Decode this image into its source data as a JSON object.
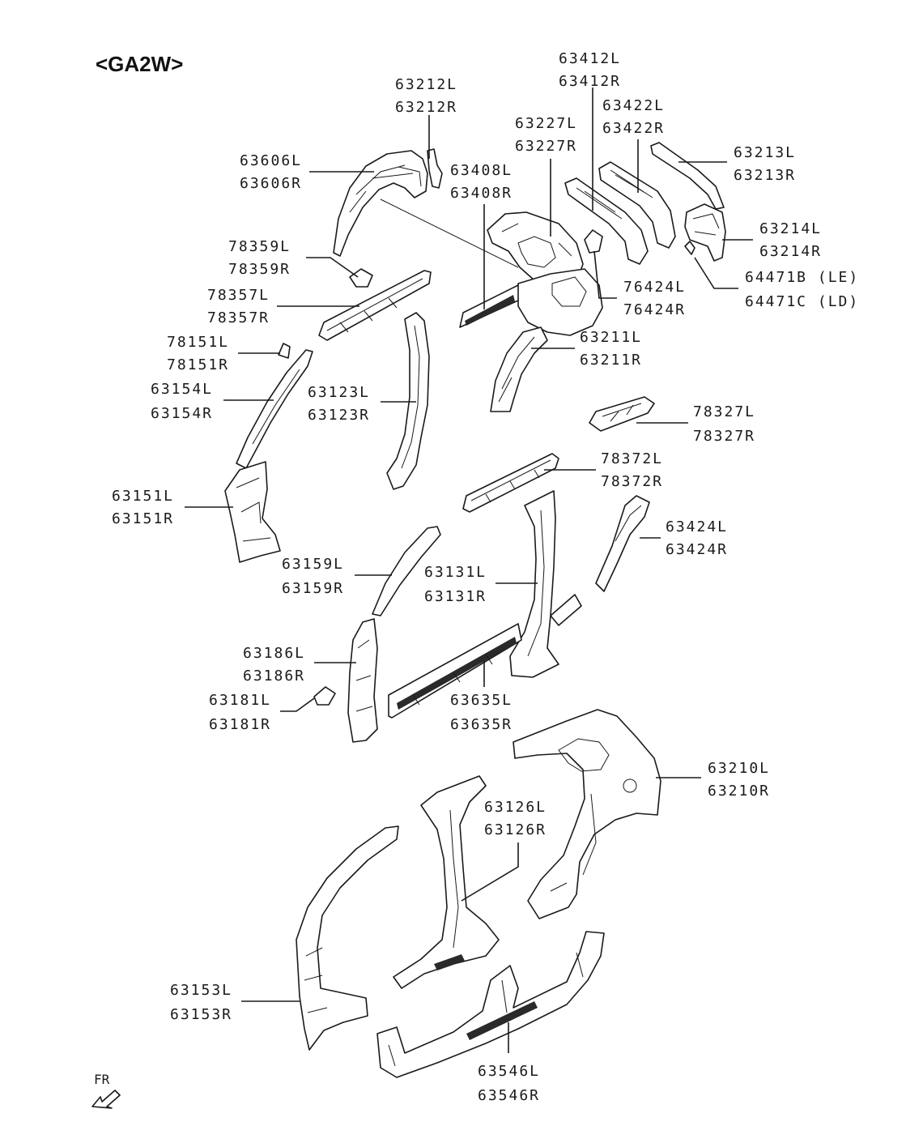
{
  "title": "<GA2W>",
  "front_indicator": "FR",
  "colors": {
    "ink": "#1a1a1a",
    "background": "#ffffff"
  },
  "callouts": [
    {
      "id": "c63412",
      "lines": [
        "63412L",
        "63412R"
      ]
    },
    {
      "id": "c63212",
      "lines": [
        "63212L",
        "63212R"
      ]
    },
    {
      "id": "c63422",
      "lines": [
        "63422L",
        "63422R"
      ]
    },
    {
      "id": "c63227",
      "lines": [
        "63227L",
        "63227R"
      ]
    },
    {
      "id": "c63213",
      "lines": [
        "63213L",
        "63213R"
      ]
    },
    {
      "id": "c63606",
      "lines": [
        "63606L",
        "63606R"
      ]
    },
    {
      "id": "c63408",
      "lines": [
        "63408L",
        "63408R"
      ]
    },
    {
      "id": "c63214",
      "lines": [
        "63214L",
        "63214R"
      ]
    },
    {
      "id": "c78359",
      "lines": [
        "78359L",
        "78359R"
      ]
    },
    {
      "id": "c64471",
      "lines": [
        "64471B (LE)",
        "64471C (LD)"
      ]
    },
    {
      "id": "c78357",
      "lines": [
        "78357L",
        "78357R"
      ]
    },
    {
      "id": "c76424",
      "lines": [
        "76424L",
        "76424R"
      ]
    },
    {
      "id": "c63211",
      "lines": [
        "63211L",
        "63211R"
      ]
    },
    {
      "id": "c78151",
      "lines": [
        "78151L",
        "78151R"
      ]
    },
    {
      "id": "c63154",
      "lines": [
        "63154L",
        "63154R"
      ]
    },
    {
      "id": "c63123",
      "lines": [
        "63123L",
        "63123R"
      ]
    },
    {
      "id": "c78327",
      "lines": [
        "78327L",
        "78327R"
      ]
    },
    {
      "id": "c78372",
      "lines": [
        "78372L",
        "78372R"
      ]
    },
    {
      "id": "c63151",
      "lines": [
        "63151L",
        "63151R"
      ]
    },
    {
      "id": "c63424",
      "lines": [
        "63424L",
        "63424R"
      ]
    },
    {
      "id": "c63159",
      "lines": [
        "63159L",
        "63159R"
      ]
    },
    {
      "id": "c63131",
      "lines": [
        "63131L",
        "63131R"
      ]
    },
    {
      "id": "c63186",
      "lines": [
        "63186L",
        "63186R"
      ]
    },
    {
      "id": "c63181",
      "lines": [
        "63181L",
        "63181R"
      ]
    },
    {
      "id": "c63635",
      "lines": [
        "63635L",
        "63635R"
      ]
    },
    {
      "id": "c63210",
      "lines": [
        "63210L",
        "63210R"
      ]
    },
    {
      "id": "c63126",
      "lines": [
        "63126L",
        "63126R"
      ]
    },
    {
      "id": "c63153",
      "lines": [
        "63153L",
        "63153R"
      ]
    },
    {
      "id": "c63546",
      "lines": [
        "63546L",
        "63546R"
      ]
    }
  ]
}
